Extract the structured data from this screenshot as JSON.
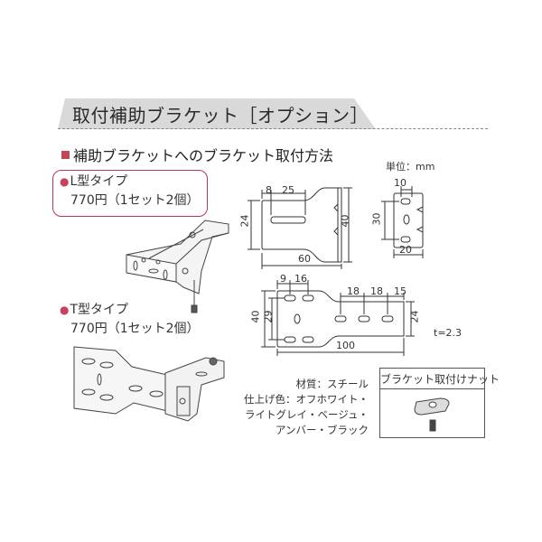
{
  "header": {
    "title": "取付補助ブラケット［オプション］",
    "band_color": "#d9d9d9"
  },
  "section": {
    "title": "補助ブラケットへのブラケット取付方法",
    "bullet_color": "#c2455a"
  },
  "unit_label": "単位：mm",
  "l_type": {
    "name": "L型タイプ",
    "price": "770円（1セット2個）",
    "dimensions": {
      "top_left": "8",
      "top_slot": "25",
      "height_left": "24",
      "height_right": "40",
      "length": "60",
      "side_top": "10",
      "side_height": "30",
      "side_width": "20"
    }
  },
  "t_type": {
    "name": "T型タイプ",
    "price": "770円（1セット2個）",
    "dimensions": {
      "top_a": "9",
      "top_b": "16",
      "slot_1": "18",
      "slot_2": "18",
      "slot_3": "15",
      "height_outer": "40",
      "height_inner": "29",
      "height_right": "24",
      "length": "100",
      "thickness": "t=2.3"
    }
  },
  "spec": {
    "material": "材質：スチール",
    "finish_line1": "仕上げ色：オフホワイト・",
    "finish_line2": "ライトグレイ・ベージュ・",
    "finish_line3": "アンバー・ブラック"
  },
  "nut": {
    "title": "ブラケット取付けナット"
  }
}
